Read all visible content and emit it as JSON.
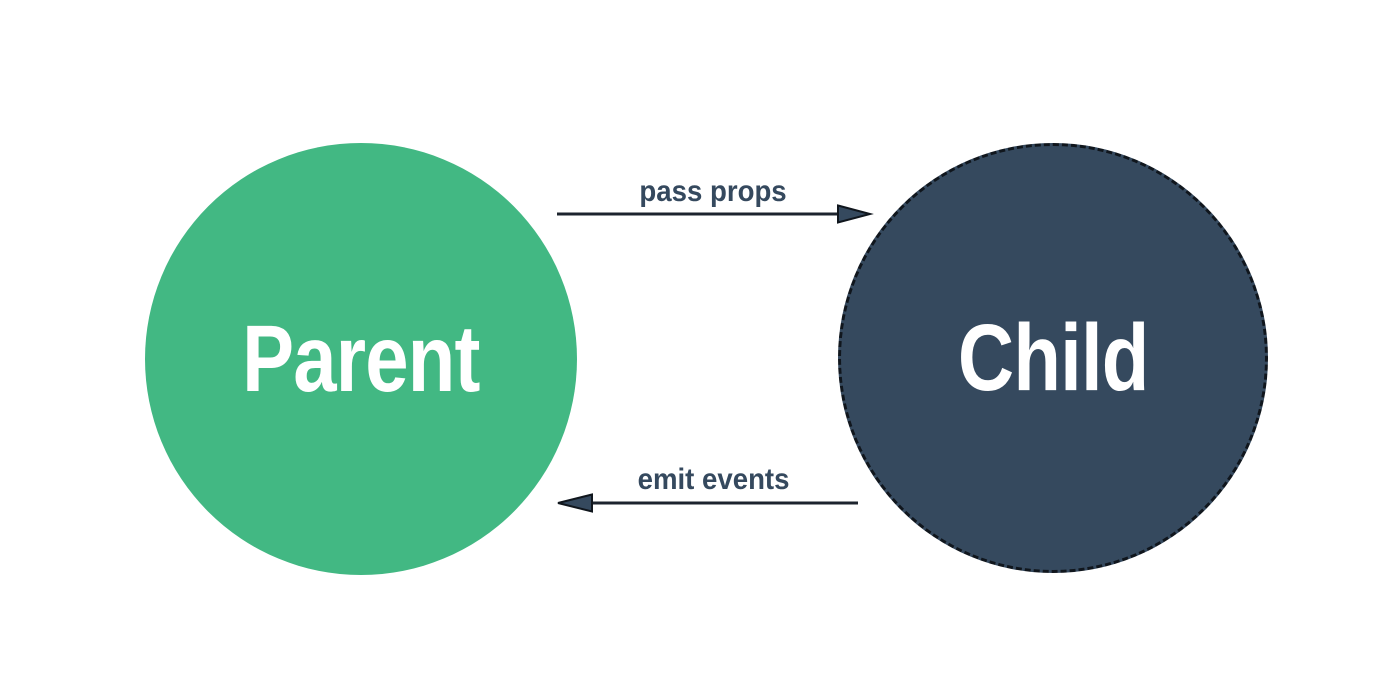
{
  "diagram": {
    "nodes": {
      "parent": {
        "label": "Parent",
        "fill": "#42b883",
        "text_color": "#ffffff",
        "border_style": "none"
      },
      "child": {
        "label": "Child",
        "fill": "#35495e",
        "text_color": "#ffffff",
        "border_style": "dashed"
      }
    },
    "edges": {
      "pass_props": {
        "label": "pass props",
        "from": "parent",
        "to": "child",
        "direction": "left-to-right"
      },
      "emit_events": {
        "label": "emit events",
        "from": "child",
        "to": "parent",
        "direction": "right-to-left"
      }
    },
    "colors": {
      "background": "#ffffff",
      "parent_fill": "#42b883",
      "child_fill": "#35495e",
      "child_border": "#10161d",
      "arrow_line": "#1d242e",
      "arrowhead_fill": "#35495e",
      "edge_label_text": "#35495e",
      "node_label_text": "#ffffff"
    }
  }
}
